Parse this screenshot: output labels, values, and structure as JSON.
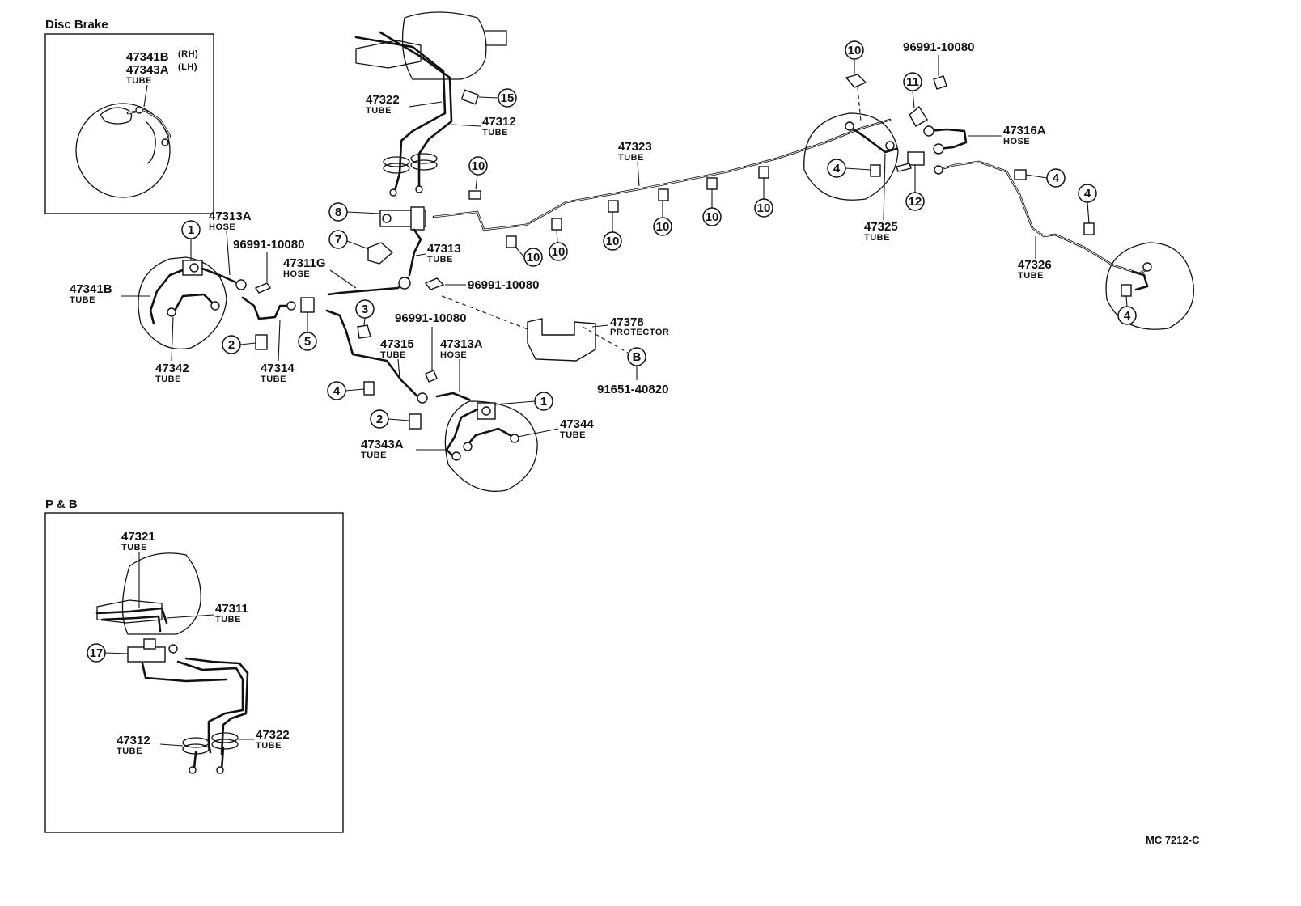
{
  "insets": {
    "disc_brake": {
      "title": "Disc Brake"
    },
    "p_and_b": {
      "title": "P & B"
    }
  },
  "labels": {
    "disc_47341b_rh": {
      "num": "47341B",
      "qual": "(RH)"
    },
    "disc_47343a_lh": {
      "num": "47343A",
      "qual": "(LH)",
      "sub": "TUBE"
    },
    "p47322": {
      "num": "47322",
      "sub": "TUBE"
    },
    "p47312": {
      "num": "47312",
      "sub": "TUBE"
    },
    "p47323": {
      "num": "47323",
      "sub": "TUBE"
    },
    "p47313a_left": {
      "num": "47313A",
      "sub": "HOSE"
    },
    "p96991_a": {
      "num": "96991-10080"
    },
    "p47341b": {
      "num": "47341B",
      "sub": "TUBE"
    },
    "p47342": {
      "num": "47342",
      "sub": "TUBE"
    },
    "p47314": {
      "num": "47314",
      "sub": "TUBE"
    },
    "p47311g": {
      "num": "47311G",
      "sub": "HOSE"
    },
    "p47313": {
      "num": "47313",
      "sub": "TUBE"
    },
    "p96991_b": {
      "num": "96991-10080"
    },
    "p96991_c": {
      "num": "96991-10080"
    },
    "p47315": {
      "num": "47315",
      "sub": "TUBE"
    },
    "p47313a_right": {
      "num": "47313A",
      "sub": "HOSE"
    },
    "p47343a": {
      "num": "47343A",
      "sub": "TUBE"
    },
    "p47344": {
      "num": "47344",
      "sub": "TUBE"
    },
    "p47378": {
      "num": "47378",
      "sub": "PROTECTOR"
    },
    "p91651": {
      "num": "91651-40820"
    },
    "p96991_d": {
      "num": "96991-10080"
    },
    "p47316a": {
      "num": "47316A",
      "sub": "HOSE"
    },
    "p47325": {
      "num": "47325",
      "sub": "TUBE"
    },
    "p47326": {
      "num": "47326",
      "sub": "TUBE"
    },
    "pb47321": {
      "num": "47321",
      "sub": "TUBE"
    },
    "pb47311": {
      "num": "47311",
      "sub": "TUBE"
    },
    "pb47312": {
      "num": "47312",
      "sub": "TUBE"
    },
    "pb47322": {
      "num": "47322",
      "sub": "TUBE"
    }
  },
  "callouts": {
    "c15": "15",
    "c10a": "10",
    "c8": "8",
    "c7": "7",
    "c10b": "10",
    "c10c": "10",
    "c10d": "10",
    "c10e": "10",
    "c10f": "10",
    "c10g": "10",
    "c10h": "10",
    "c11": "11",
    "c4a": "4",
    "c12": "12",
    "c4b": "4",
    "c4c": "4",
    "c4d": "4",
    "c1a": "1",
    "c2a": "2",
    "c5": "5",
    "c3": "3",
    "c4e": "4",
    "c2b": "2",
    "c1b": "1",
    "cB": "B",
    "c17": "17"
  },
  "footer": {
    "ref": "MC  7212-C"
  }
}
